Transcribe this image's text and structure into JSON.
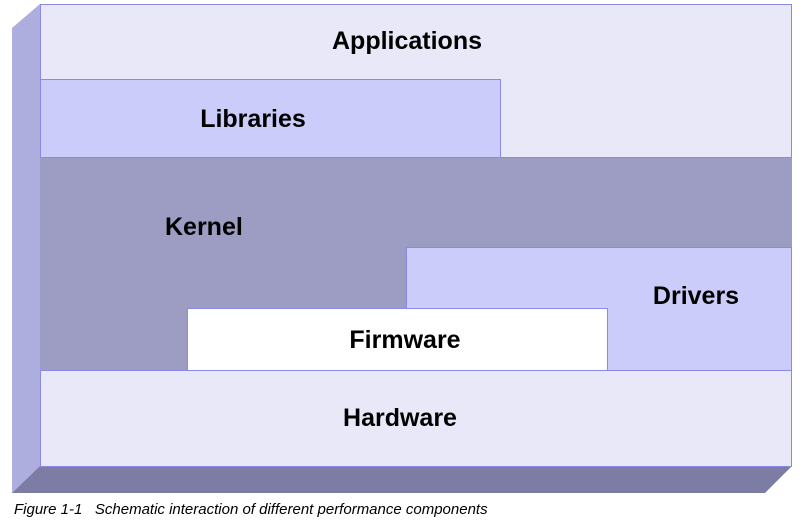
{
  "layers": {
    "applications": "Applications",
    "libraries": "Libraries",
    "kernel": "Kernel",
    "drivers": "Drivers",
    "firmware": "Firmware",
    "hardware": "Hardware"
  },
  "caption": {
    "figure_number": "Figure 1-1",
    "text": "Schematic interaction of different performance components"
  },
  "colors": {
    "applications_fill": "#e8e8f8",
    "libraries_fill": "#ccccfa",
    "kernel_fill": "#9d9dc4",
    "drivers_fill": "#ccccfa",
    "firmware_fill": "#ffffff",
    "hardware_fill": "#e8e8f8",
    "left_depth_face": "#adadde",
    "bottom_depth_face": "#7c7ca4",
    "outline": "#8a8ae6"
  }
}
